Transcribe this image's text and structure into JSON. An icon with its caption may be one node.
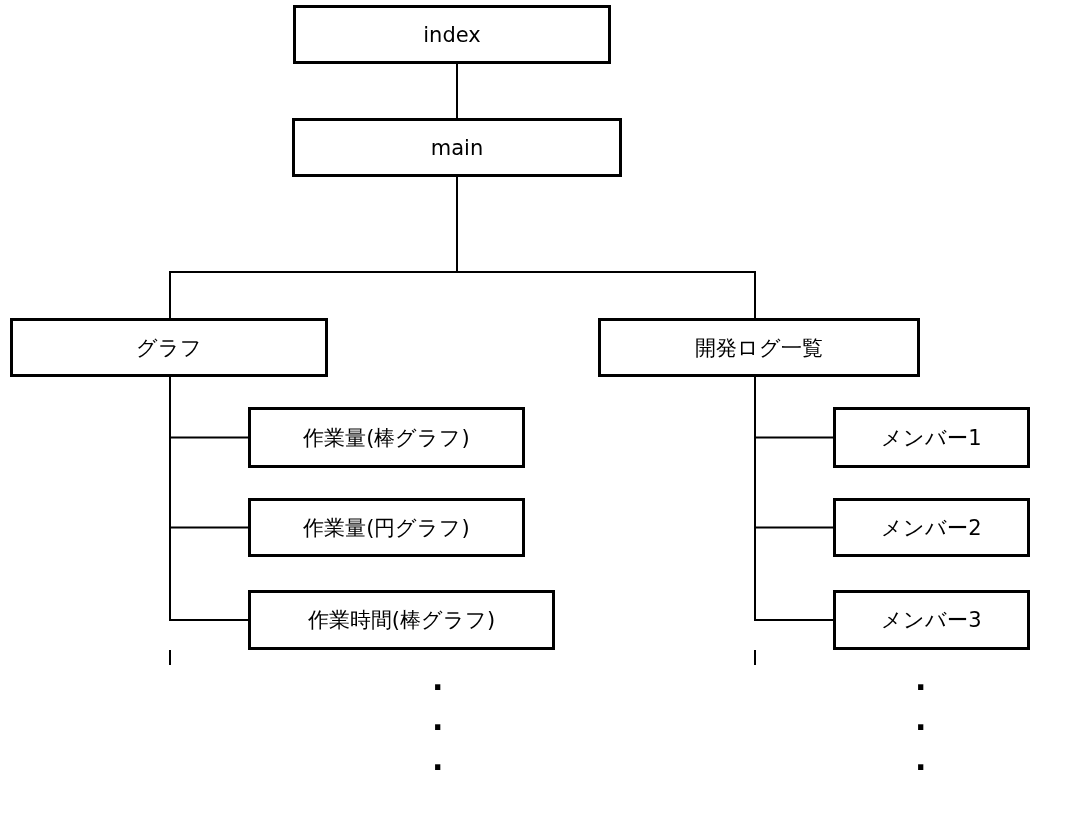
{
  "diagram": {
    "nodes": [
      {
        "text": [
          "index"
        ]
      },
      {
        "text": [
          "main"
        ]
      },
      {
        "text": [
          "グラフ"
        ]
      },
      {
        "text": [
          "開発ログ一覧"
        ]
      },
      {
        "text": [
          "作業量(棒グラフ)"
        ]
      },
      {
        "text": [
          "作業量(円グラフ)"
        ]
      },
      {
        "text": [
          "作業時間(棒グラフ)"
        ]
      },
      {
        "text": [
          "メンバー1"
        ]
      },
      {
        "text": [
          "メンバー2"
        ]
      },
      {
        "text": [
          "メンバー3"
        ]
      }
    ],
    "edges": [
      {
        "from": 0,
        "to": 1,
        "arrow": "none"
      },
      {
        "from": 1,
        "to": 2,
        "arrow": "none"
      },
      {
        "from": 1,
        "to": 3,
        "arrow": "none"
      },
      {
        "from": 2,
        "to": 4,
        "arrow": "none"
      },
      {
        "from": 2,
        "to": 5,
        "arrow": "none"
      },
      {
        "from": 2,
        "to": 6,
        "arrow": "none"
      },
      {
        "from": 3,
        "to": 7,
        "arrow": "none"
      },
      {
        "from": 3,
        "to": 8,
        "arrow": "none"
      },
      {
        "from": 3,
        "to": 9,
        "arrow": "none"
      }
    ],
    "labels": [
      ".",
      ".",
      ".",
      ".",
      ".",
      "."
    ]
  }
}
